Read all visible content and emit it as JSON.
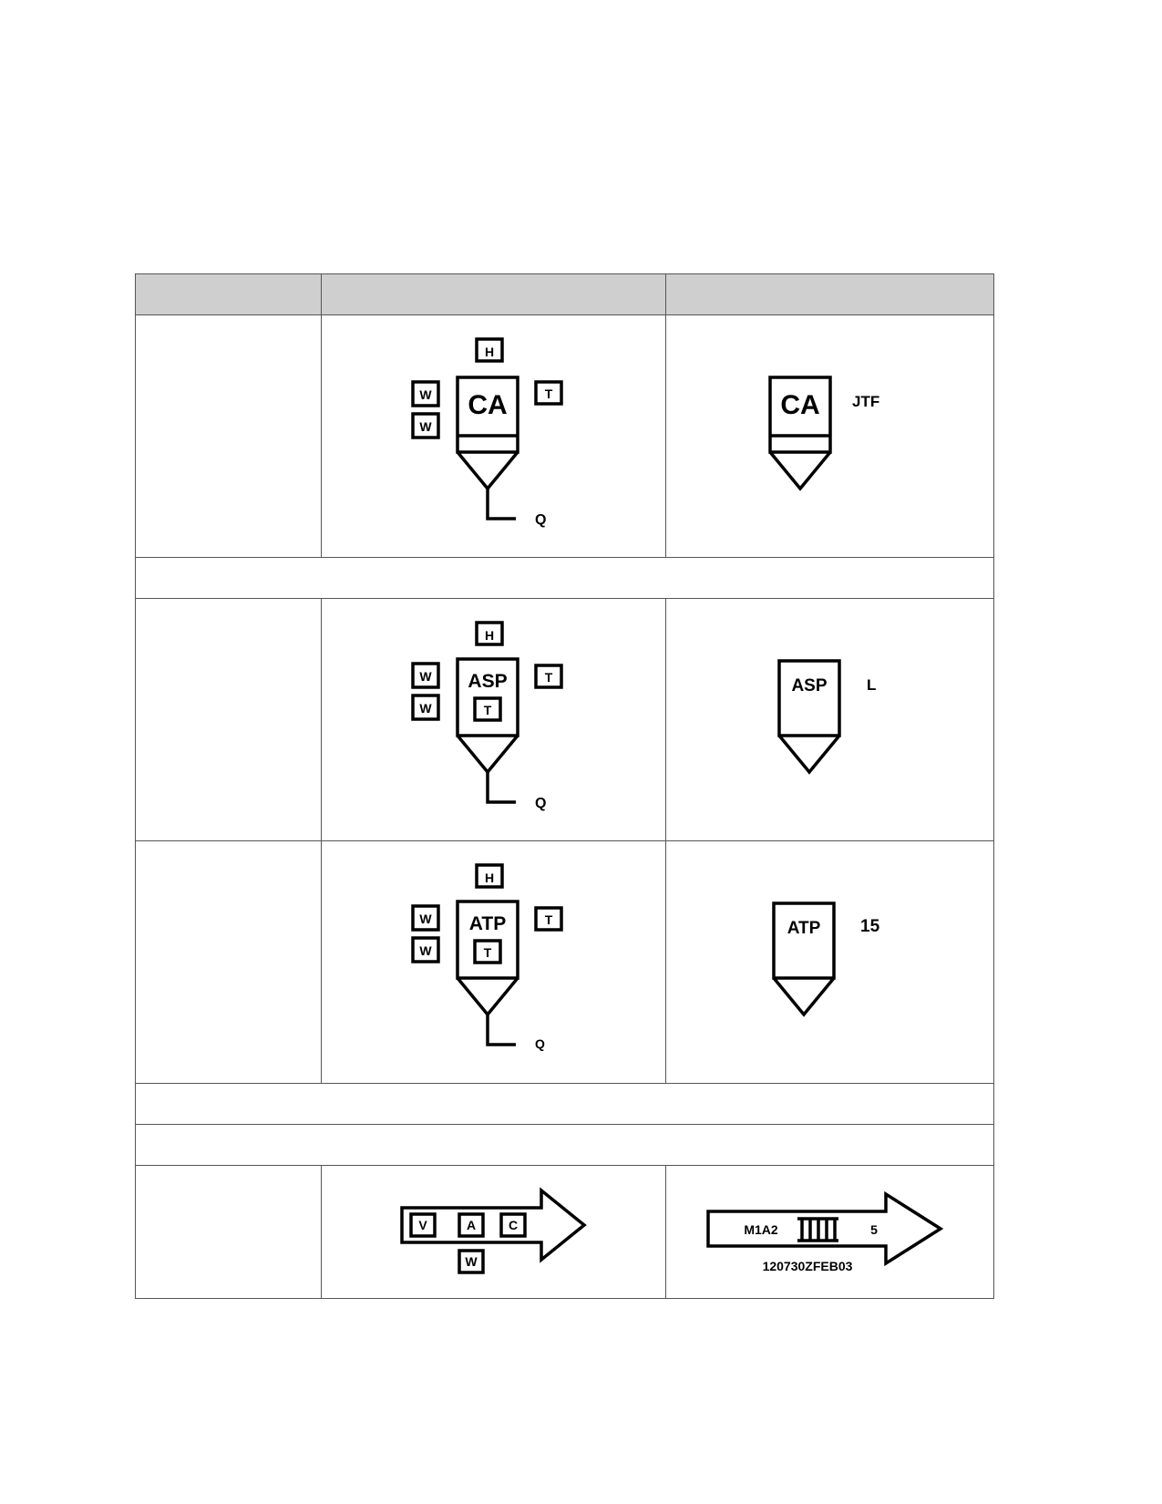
{
  "header": {
    "col1": "",
    "col2": "",
    "col3": ""
  },
  "rows": [
    {
      "label": "",
      "template": {
        "main": "CA",
        "top_box": "H",
        "right_box": "T",
        "left_boxes": [
          "W",
          "W"
        ],
        "inner_box": "",
        "stem_label": "Q"
      },
      "example": {
        "main": "CA",
        "side_label": "JTF"
      }
    },
    {
      "label": "",
      "template": {
        "main": "ASP",
        "top_box": "H",
        "right_box": "T",
        "left_boxes": [
          "W",
          "W"
        ],
        "inner_box": "T",
        "stem_label": "Q"
      },
      "example": {
        "main": "ASP",
        "side_label": "L"
      }
    },
    {
      "label": "",
      "template": {
        "main": "ATP",
        "top_box": "H",
        "right_box": "T",
        "left_boxes": [
          "W",
          "W"
        ],
        "inner_box": "T",
        "stem_label": "Q"
      },
      "example": {
        "main": "ATP",
        "side_label": "15"
      }
    }
  ],
  "arrow_row": {
    "label": "",
    "template": {
      "boxes": [
        "V",
        "A",
        "C"
      ],
      "below_box": "W"
    },
    "example": {
      "unit": "M1A2",
      "count": "5",
      "dtg": "120730ZFEB03"
    }
  }
}
